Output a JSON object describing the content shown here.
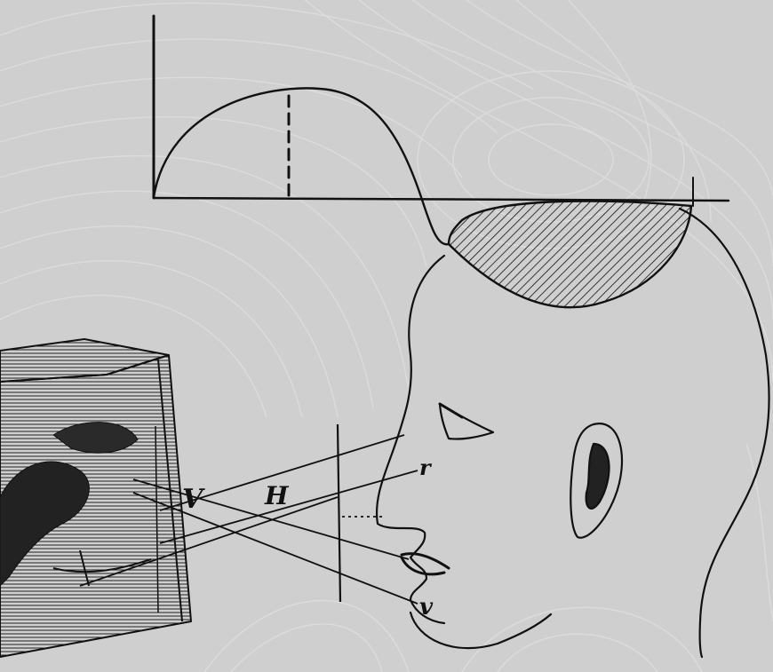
{
  "illustration": {
    "colors": {
      "background": "#cfcfcf",
      "contour": "#d9d9d9",
      "ink": "#111111"
    },
    "labels": {
      "v_left": "V",
      "h_mid": "H",
      "r_eye": "r",
      "v_mouth": "v"
    }
  }
}
